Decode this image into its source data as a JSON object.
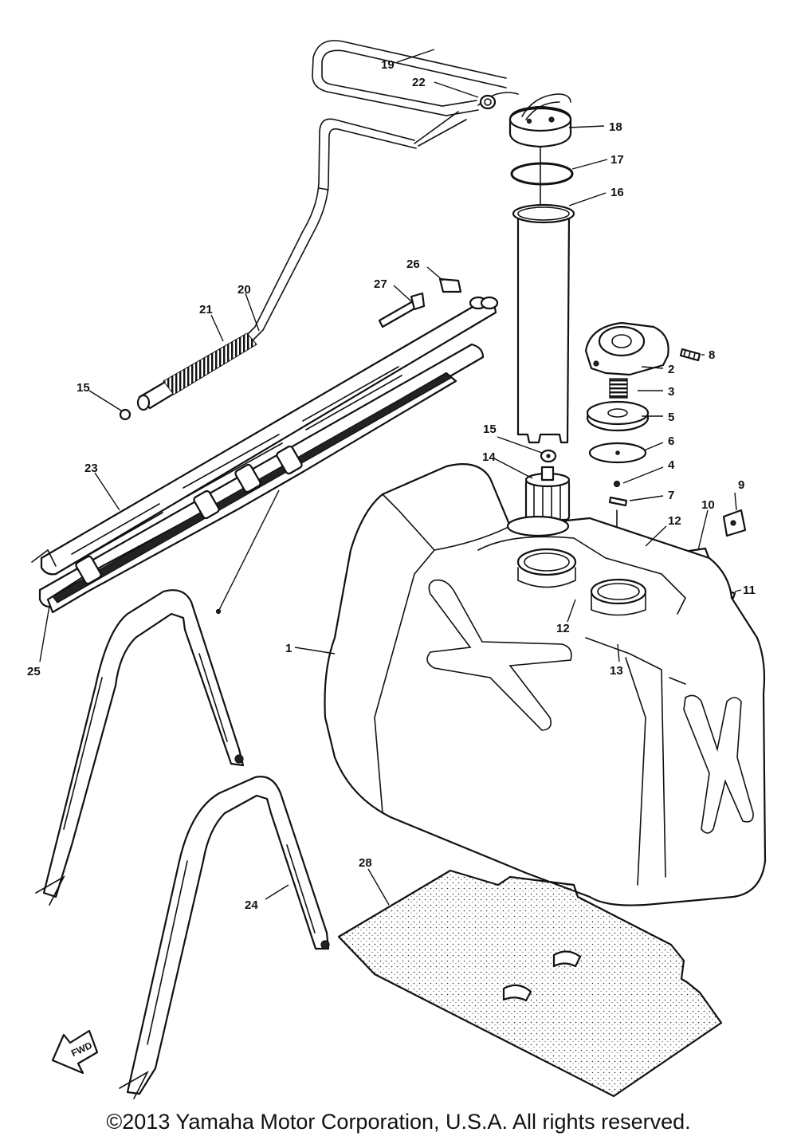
{
  "callouts": {
    "c1": "1",
    "c2": "2",
    "c3": "3",
    "c4": "4",
    "c5": "5",
    "c6": "6",
    "c7": "7",
    "c8": "8",
    "c9": "9",
    "c10": "10",
    "c11": "11",
    "c12a": "12",
    "c12b": "12",
    "c13": "13",
    "c14": "14",
    "c15a": "15",
    "c15b": "15",
    "c16": "16",
    "c17": "17",
    "c18": "18",
    "c19": "19",
    "c20": "20",
    "c21": "21",
    "c22": "22",
    "c23": "23",
    "c24": "24",
    "c25": "25",
    "c26": "26",
    "c27": "27",
    "c28": "28"
  },
  "fwd_label": "FWD",
  "copyright": "©2013 Yamaha Motor Corporation, U.S.A. All rights reserved."
}
